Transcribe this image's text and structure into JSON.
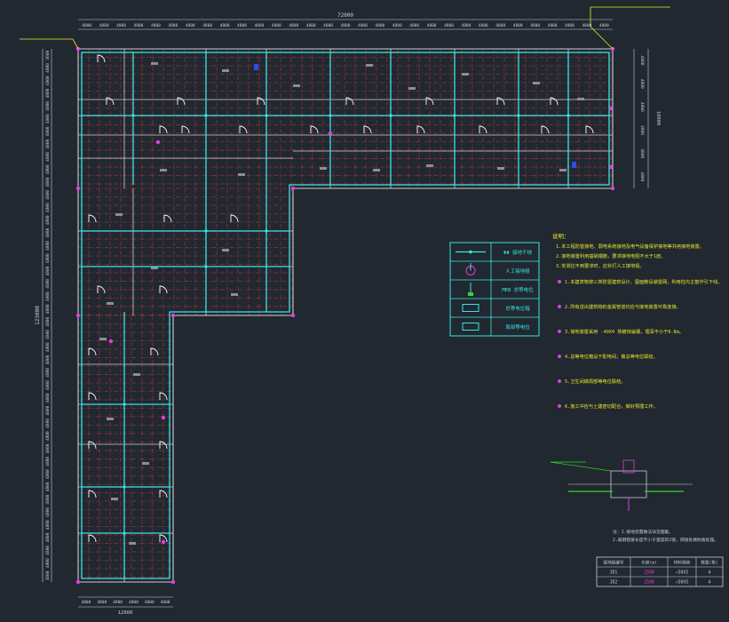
{
  "drawing": {
    "overall_top_dim": "72000",
    "overall_left_dim": "123000",
    "overall_bottom_dim": "12000",
    "overall_right_dim": "18000",
    "top_dims": [
      "4800",
      "4800",
      "4800",
      "4800",
      "4800",
      "4800",
      "4800",
      "4800",
      "4800",
      "4800",
      "4800",
      "4800",
      "4800",
      "4800",
      "4800",
      "4800",
      "4800",
      "4800",
      "4800",
      "4800",
      "4800",
      "4800",
      "4800",
      "4800",
      "4800",
      "4800",
      "4800",
      "4800",
      "4800",
      "4800",
      "4800"
    ],
    "left_dims": [
      "3600",
      "4800",
      "4800",
      "4800",
      "4800",
      "4800",
      "4800",
      "4800",
      "4800",
      "4800",
      "4800",
      "4800",
      "4800",
      "4800",
      "4800",
      "4800",
      "4800",
      "4800",
      "4800",
      "4800",
      "4800",
      "4800",
      "4800",
      "4800",
      "4800",
      "4800",
      "4800",
      "4800",
      "4800",
      "4800",
      "4800",
      "4800",
      "4800",
      "4800",
      "4800",
      "4800",
      "4800",
      "4800",
      "4800",
      "4800",
      "4800",
      "3600"
    ],
    "right_dims": [
      "4800",
      "4800",
      "4800",
      "4800",
      "4800",
      "4800"
    ],
    "bottom_dims": [
      "4800",
      "4800",
      "4800",
      "4800",
      "4800",
      "4800"
    ]
  },
  "legend": {
    "rows": [
      {
        "symbol": "line",
        "label": "ΦΦ 接地干线"
      },
      {
        "symbol": "circle",
        "label": "人工接地极"
      },
      {
        "symbol": "rod",
        "label": "MEB 总等电位"
      },
      {
        "symbol": "box",
        "label": "总等电位箱"
      },
      {
        "symbol": "box2",
        "label": "局部等电位"
      }
    ]
  },
  "notes": {
    "heading": "说明：",
    "lines": [
      "1.本工程防雷接地、弱电系统接地及电气设备保护接地等共用接地装置。",
      "2.接地装置利用基础钢筋，要求接地电阻不大于1欧。",
      "3.实测达不到要求时，应补打人工接地极。"
    ],
    "items": [
      "1.本建筑物按三类防雷建筑设计，屋面敷设避雷网，利用柱内主筋作引下线。",
      "2.所有进出建筑物的金属管道均应与接地装置可靠连接。",
      "3.接地装置采用 -40X4 热镀锌扁钢，埋深不小于0.8m。",
      "4.总等电位箱设于配电间，做总等电位联结。",
      "5.卫生间做局部等电位联结。",
      "6.施工中应与土建密切配合，做好预埋工作。"
    ]
  },
  "detail": {
    "note1": "注：1.接地装置做法详见图集。",
    "note2": "2.扁钢搭接长度不小于宽度的2倍，焊接处做防腐处理。"
  },
  "table": {
    "headers": [
      "接地极编号",
      "长度(m)",
      "材料规格",
      "数量(根)"
    ],
    "rows": [
      [
        "JD1",
        "2500",
        "∠50X5",
        "4"
      ],
      [
        "JD2",
        "2500",
        "∠50X5",
        "4"
      ]
    ]
  },
  "colors": {
    "background": "#212830",
    "axis_grid": "#e43a3a",
    "ground_line": "#37e6e6",
    "wall": "#c9ced6",
    "door": "#ffffff",
    "magenta": "#e23fe2",
    "note_text": "#eaea2b",
    "dim_text": "#c9ced6"
  }
}
